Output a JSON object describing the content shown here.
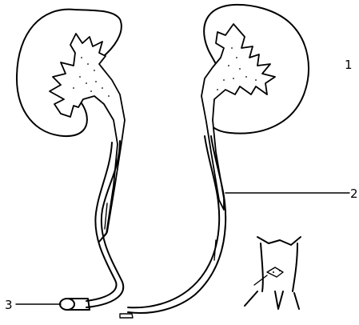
{
  "labels": {
    "l1": "1",
    "l2": "2",
    "l3": "3"
  },
  "icons": {
    "inset": "body-torso-icon"
  }
}
